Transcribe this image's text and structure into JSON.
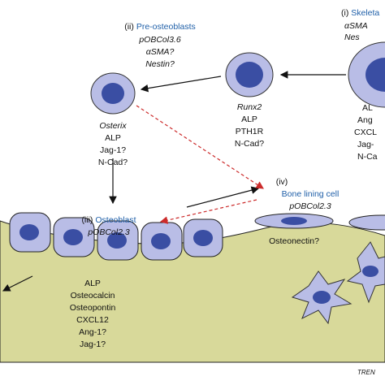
{
  "colors": {
    "bone": "#d8d99a",
    "cell_fill": "#b9bde6",
    "nucleus": "#3a4ea3",
    "stage_label": "#1f5fa8",
    "dashed_arrow": "#cc2b2b"
  },
  "stages": {
    "skeletal": {
      "numeral": "(i)",
      "name": "Skeleta",
      "markers": [
        "αSMA",
        "Nes"
      ]
    },
    "preosteoblasts": {
      "numeral": "(ii)",
      "name": "Pre-osteoblasts",
      "markers": [
        "pOBCol3.6",
        "αSMA?",
        "Nestin?"
      ]
    },
    "osteoblast": {
      "numeral": "(iii)",
      "name": "Osteoblast",
      "markers": [
        "pOBCol2.3"
      ]
    },
    "lining": {
      "numeral": "(iv)",
      "name": "Bone lining cell",
      "markers": [
        "pOBCol2.3"
      ]
    }
  },
  "lists": {
    "skeletal_right": [
      "AL",
      "Ang",
      "CXCL",
      "Jag-",
      "N-Ca"
    ],
    "runx": [
      "Runx2",
      "ALP",
      "PTH1R",
      "N-Cad?"
    ],
    "osterix": [
      "Osterix",
      "ALP",
      "Jag-1?",
      "N-Cad?"
    ],
    "osteoblast": [
      "ALP",
      "Osteocalcin",
      "Osteopontin",
      "CXCL12",
      "Ang-1?",
      "Jag-1?"
    ],
    "lining": [
      "Osteonectin?"
    ]
  },
  "footer": "TREN"
}
